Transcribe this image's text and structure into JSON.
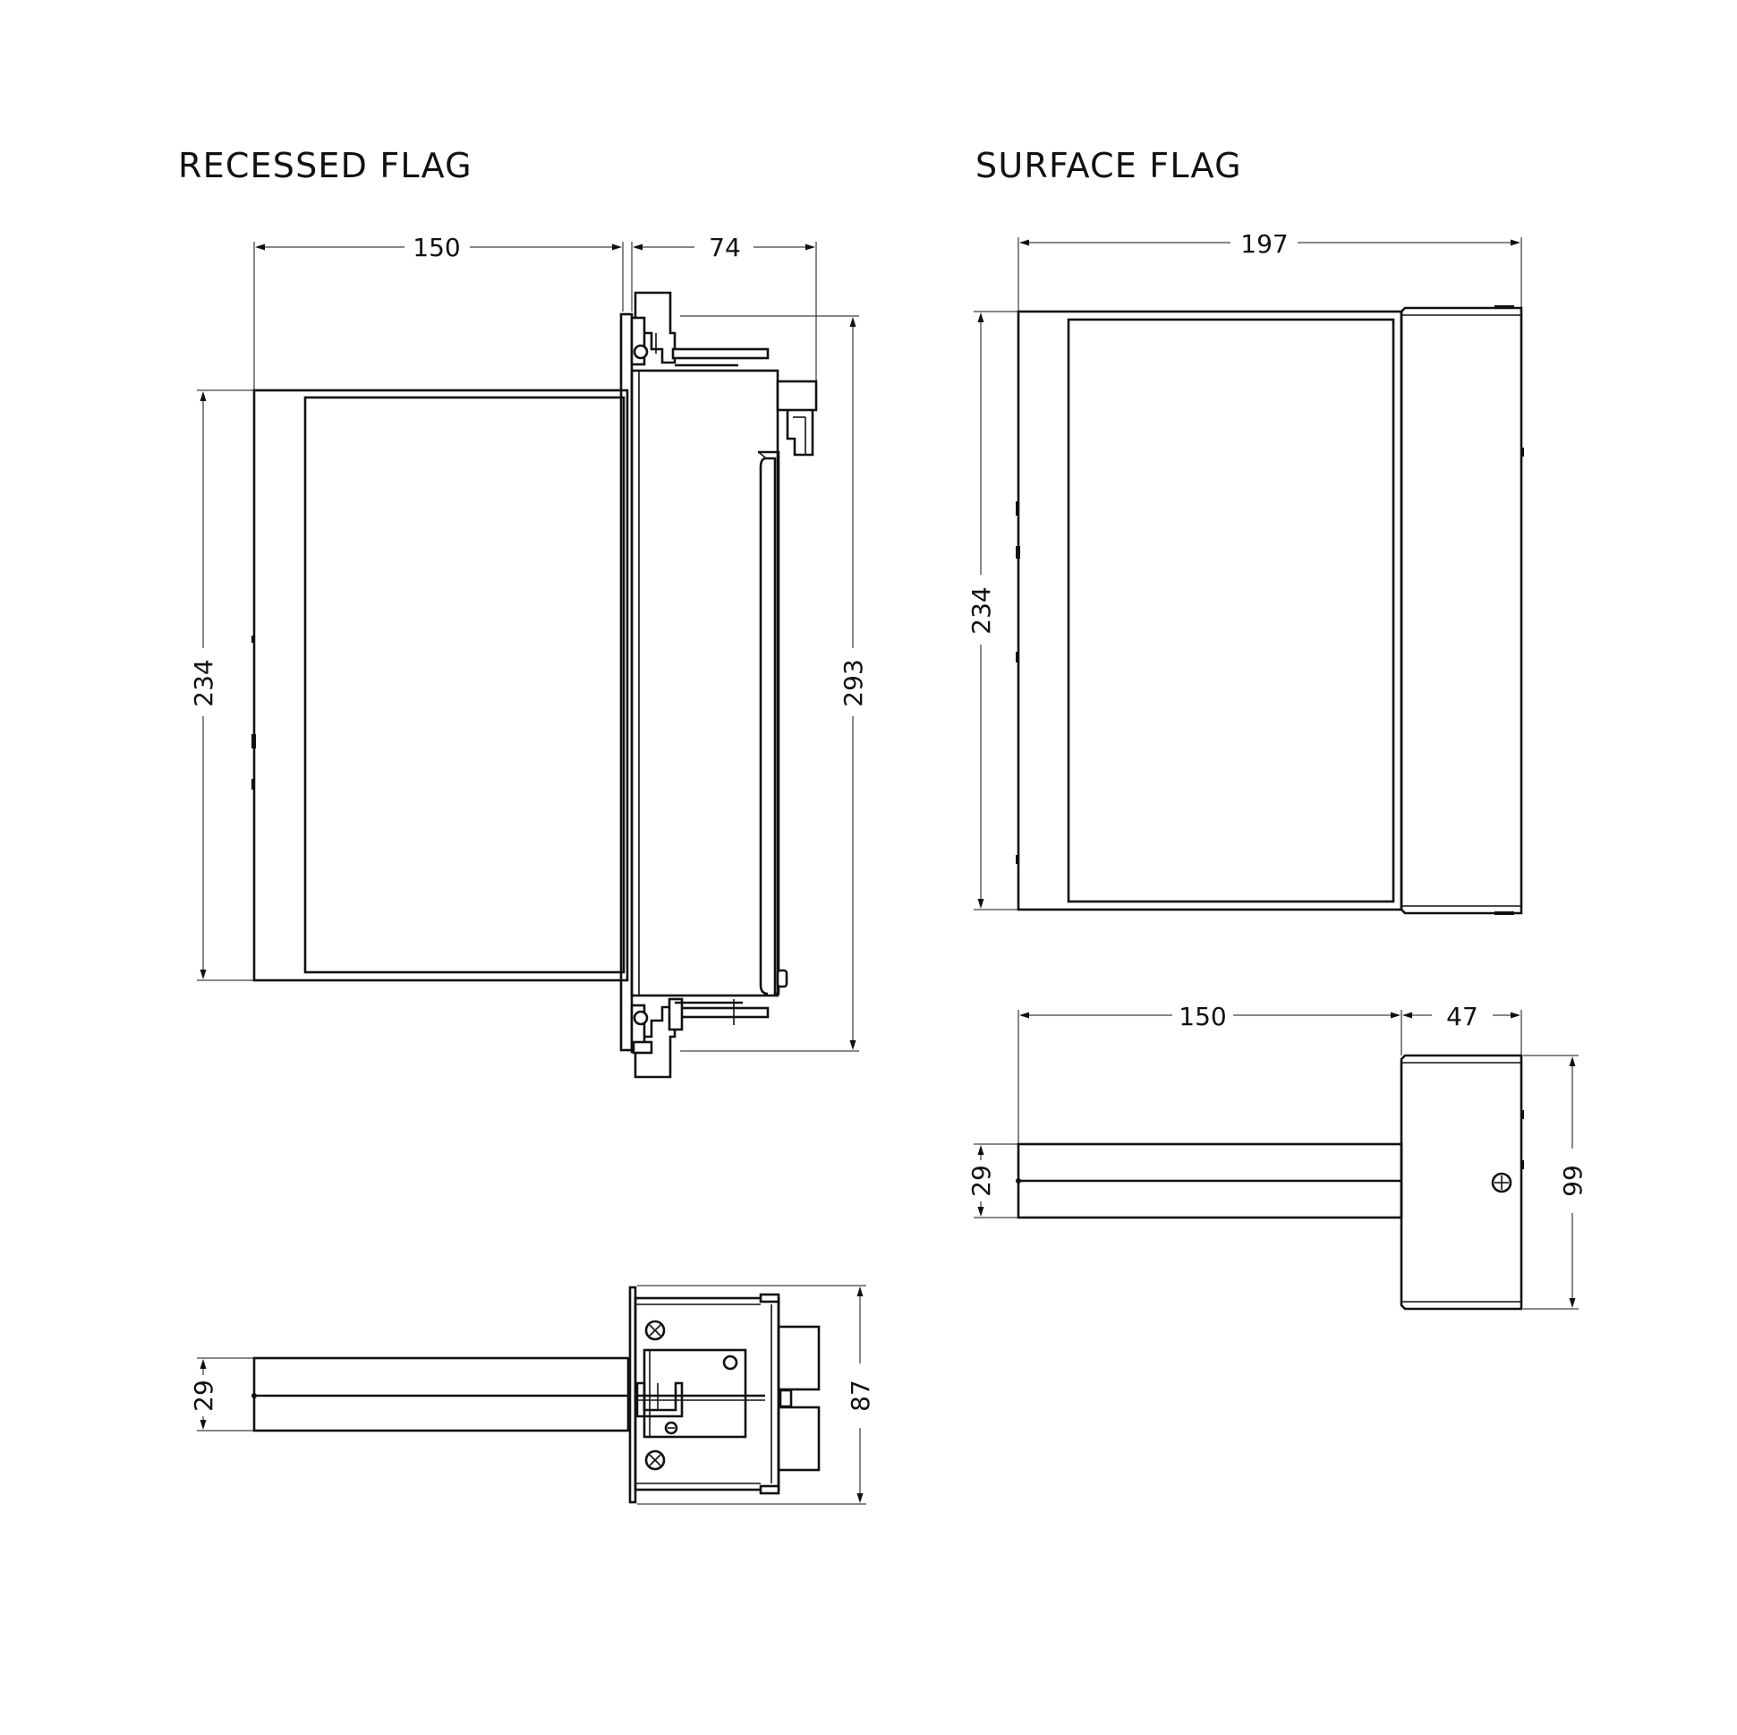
{
  "recessed": {
    "title": "RECESSED FLAG",
    "front": {
      "width": "150",
      "depth": "74",
      "height": "234",
      "total_height": "293"
    },
    "top": {
      "thickness": "29",
      "height": "87"
    }
  },
  "surface": {
    "title": "SURFACE FLAG",
    "front": {
      "width": "197",
      "height": "234"
    },
    "top": {
      "width": "150",
      "depth": "47",
      "thickness": "29",
      "height": "99"
    }
  },
  "colors": {
    "line": "#111111",
    "background": "#ffffff"
  }
}
